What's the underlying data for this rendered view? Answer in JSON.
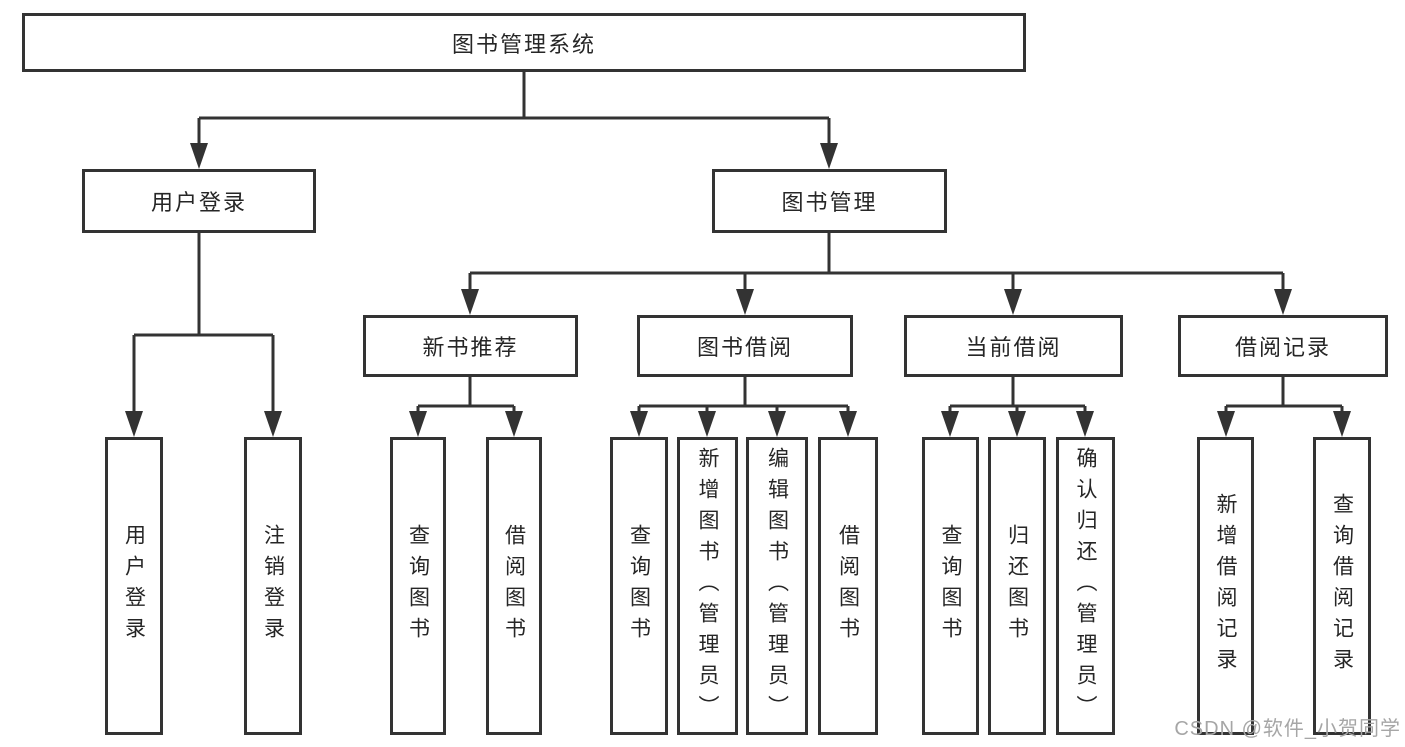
{
  "diagram": {
    "root": {
      "label": "图书管理系统"
    },
    "children": [
      {
        "label": "用户登录",
        "children": [
          {
            "label": "用户登录"
          },
          {
            "label": "注销登录"
          }
        ]
      },
      {
        "label": "图书管理",
        "children": [
          {
            "label": "新书推荐",
            "children": [
              {
                "label": "查询图书"
              },
              {
                "label": "借阅图书"
              }
            ]
          },
          {
            "label": "图书借阅",
            "children": [
              {
                "label": "查询图书"
              },
              {
                "label": "新增图书（管理员）"
              },
              {
                "label": "编辑图书（管理员）"
              },
              {
                "label": "借阅图书"
              }
            ]
          },
          {
            "label": "当前借阅",
            "children": [
              {
                "label": "查询图书"
              },
              {
                "label": "归还图书"
              },
              {
                "label": "确认归还（管理员）"
              }
            ]
          },
          {
            "label": "借阅记录",
            "children": [
              {
                "label": "新增借阅记录"
              },
              {
                "label": "查询借阅记录"
              }
            ]
          }
        ]
      }
    ]
  },
  "watermark": {
    "text": "CSDN @软件_小贺同学"
  },
  "colors": {
    "line": "#333333",
    "box_fill": "#ffffff",
    "text": "#262626",
    "watermark": "#a6a6a6",
    "background": "#ffffff"
  }
}
